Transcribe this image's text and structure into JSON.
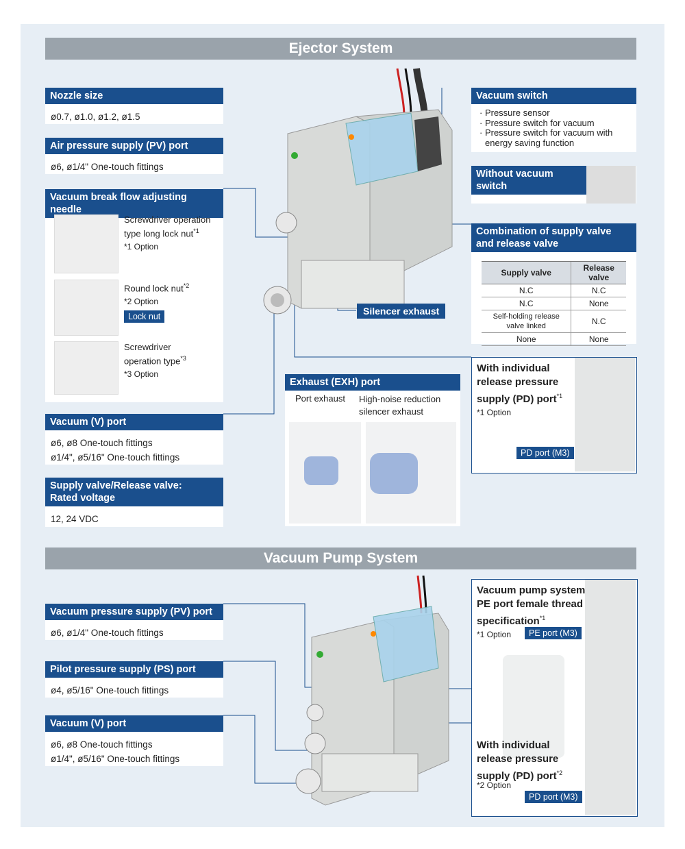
{
  "sections": {
    "ejector": "Ejector System",
    "pump": "Vacuum Pump System"
  },
  "nozzle": {
    "title": "Nozzle size",
    "text": "ø0.7, ø1.0, ø1.2, ø1.5"
  },
  "air_pv": {
    "title": "Air pressure supply (PV) port",
    "text": "ø6, ø1/4\" One-touch fittings"
  },
  "needle": {
    "title": "Vacuum break flow adjusting needle",
    "items": [
      {
        "line1": "Screwdriver operation",
        "line2": "type long lock nut",
        "sup": "*1",
        "option": "*1  Option"
      },
      {
        "line1": "Round lock nut",
        "sup": "*2",
        "option": "*2  Option",
        "tag": "Lock nut"
      },
      {
        "line1": "Screwdriver",
        "line2": "operation type",
        "sup": "*3",
        "option": "*3  Option"
      }
    ]
  },
  "vacuum_v": {
    "title": "Vacuum (V) port",
    "line1": "ø6, ø8 One-touch fittings",
    "line2": "ø1/4\", ø5/16\" One-touch fittings"
  },
  "voltage": {
    "title1": "Supply valve/Release valve:",
    "title2": "Rated voltage",
    "text": "12, 24 VDC"
  },
  "vacuum_switch": {
    "title": "Vacuum switch",
    "items": [
      "· Pressure sensor",
      "· Pressure switch for vacuum",
      "· Pressure switch for vacuum with",
      "  energy saving function"
    ]
  },
  "without_switch": {
    "title": "Without vacuum switch"
  },
  "combination": {
    "title1": "Combination of supply valve",
    "title2": "and release valve",
    "headers": [
      "Supply valve",
      "Release valve"
    ],
    "rows": [
      [
        "N.C",
        "N.C"
      ],
      [
        "N.C",
        "None"
      ],
      [
        "Self-holding release valve linked",
        "N.C"
      ],
      [
        "None",
        "None"
      ]
    ]
  },
  "silencer": {
    "label": "Silencer exhaust"
  },
  "exhaust": {
    "title": "Exhaust (EXH) port",
    "col1": "Port exhaust",
    "col2a": "High-noise reduction",
    "col2b": "silencer exhaust"
  },
  "pd_ejector": {
    "line1": "With individual",
    "line2": "release pressure",
    "line3": "supply (PD) port",
    "sup": "*1",
    "option": "*1  Option",
    "tag": "PD port (M3)"
  },
  "pump_pv": {
    "title": "Vacuum pressure supply (PV) port",
    "text": "ø6, ø1/4\" One-touch fittings"
  },
  "pump_ps": {
    "title": "Pilot pressure supply (PS) port",
    "text": "ø4, ø5/16\" One-touch fittings"
  },
  "pump_v": {
    "title": "Vacuum (V) port",
    "line1": "ø6, ø8 One-touch fittings",
    "line2": "ø1/4\", ø5/16\" One-touch fittings"
  },
  "pe_port": {
    "line1": "Vacuum pump system",
    "line2": "PE port female thread",
    "line3": "specification",
    "sup": "*1",
    "option": "*1  Option",
    "tag": "PE port (M3)"
  },
  "pd_pump": {
    "line1": "With individual",
    "line2": "release pressure",
    "line3": "supply (PD) port",
    "sup": "*2",
    "option": "*2  Option",
    "tag": "PD port (M3)"
  },
  "colors": {
    "header_blue": "#1a4f8d",
    "panel": "#e7eef5",
    "section_gray": "#9aa3ab"
  }
}
